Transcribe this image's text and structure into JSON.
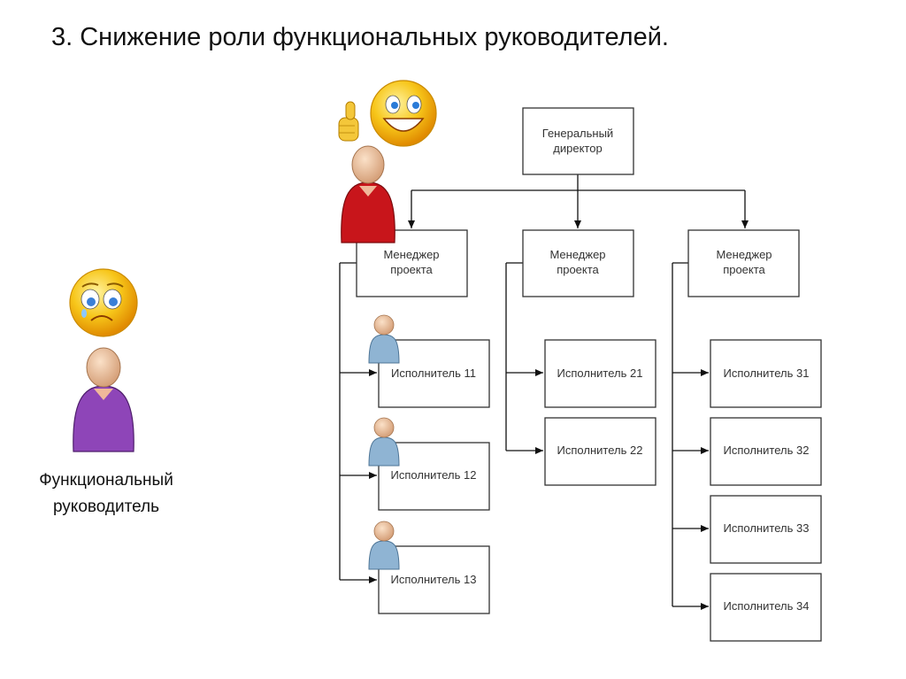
{
  "title": "3. Снижение роли функциональных руководителей.",
  "general_director": [
    "Генеральный",
    "директор"
  ],
  "project_manager": [
    "Менеджер",
    "проекта"
  ],
  "executors": {
    "col1": [
      "Исполнитель 11",
      "Исполнитель 12",
      "Исполнитель 13"
    ],
    "col2": [
      "Исполнитель 21",
      "Исполнитель 22"
    ],
    "col3": [
      "Исполнитель 31",
      "Исполнитель 32",
      "Исполнитель 33",
      "Исполнитель 34"
    ]
  },
  "functional_manager_caption": [
    "Функциональный",
    "руководитель"
  ],
  "colors": {
    "happy_person_shirt": "#c8151b",
    "sad_person_shirt": "#8e45b8",
    "executor_shirt": "#8fb4d3",
    "smiley_face": "#f7c61a"
  }
}
